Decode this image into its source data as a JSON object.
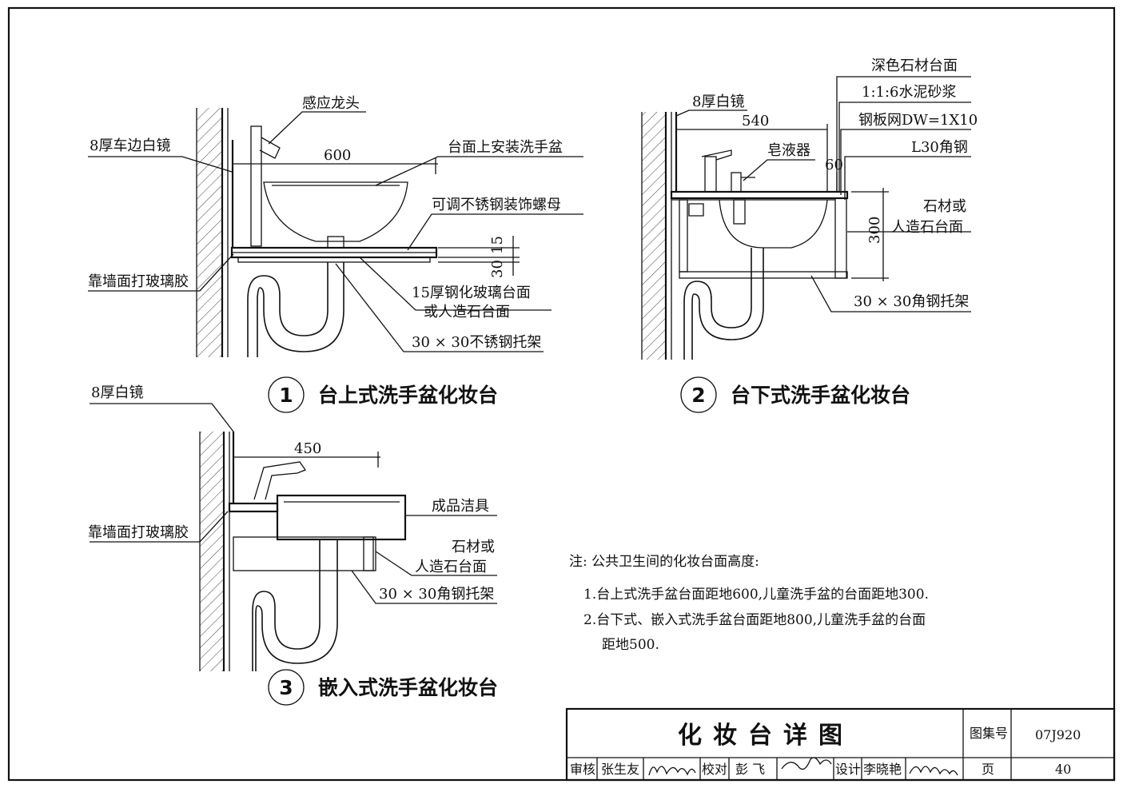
{
  "drawing": {
    "d1": {
      "title": "台上式洗手盆化妆台",
      "number": "1",
      "labels": {
        "faucet": "感应龙头",
        "mirror": "8厚车边白镜",
        "basin": "台面上安装洗手盆",
        "nut": "可调不锈钢装饰螺母",
        "glue": "靠墙面打玻璃胶",
        "top1": "15厚钢化玻璃台面",
        "top2": "或人造石台面",
        "bracket": "30 × 30不锈钢托架"
      },
      "dims": {
        "width": "600",
        "t15": "15",
        "t30": "30"
      }
    },
    "d2": {
      "title": "台下式洗手盆化妆台",
      "number": "2",
      "labels": {
        "mirror": "8厚白镜",
        "stone_top": "深色石材台面",
        "mortar": "1:1:6水泥砂浆",
        "mesh": "钢板网DW=1X10",
        "angle": "L30角钢",
        "soap": "皂液器",
        "stone1": "石材或",
        "stone2": "人造石台面",
        "bracket": "30 × 30角钢托架"
      },
      "dims": {
        "width": "540",
        "edge": "60",
        "height": "300"
      }
    },
    "d3": {
      "title": "嵌入式洗手盆化妆台",
      "number": "3",
      "labels": {
        "mirror": "8厚白镜",
        "glue": "靠墙面打玻璃胶",
        "fixture": "成品洁具",
        "stone1": "石材或",
        "stone2": "人造石台面",
        "bracket": "30 × 30角钢托架"
      },
      "dims": {
        "width": "450"
      }
    }
  },
  "notes": {
    "heading": "注: 公共卫生间的化妆台面高度:",
    "line1": "1.台上式洗手盆台面距地600,儿童洗手盆的台面距地300.",
    "line2a": "2.台下式、嵌入式洗手盆台面距地800,儿童洗手盆的台面",
    "line2b": "距地500."
  },
  "title_block": {
    "title": "化妆台详图",
    "atlas_label": "图集号",
    "atlas_no": "07J920",
    "review_label": "审核",
    "reviewer": "张生友",
    "check_label": "校对",
    "checker": "彭 飞",
    "design_label": "设计",
    "designer": "李晓艳",
    "page_label": "页",
    "page_no": "40"
  }
}
